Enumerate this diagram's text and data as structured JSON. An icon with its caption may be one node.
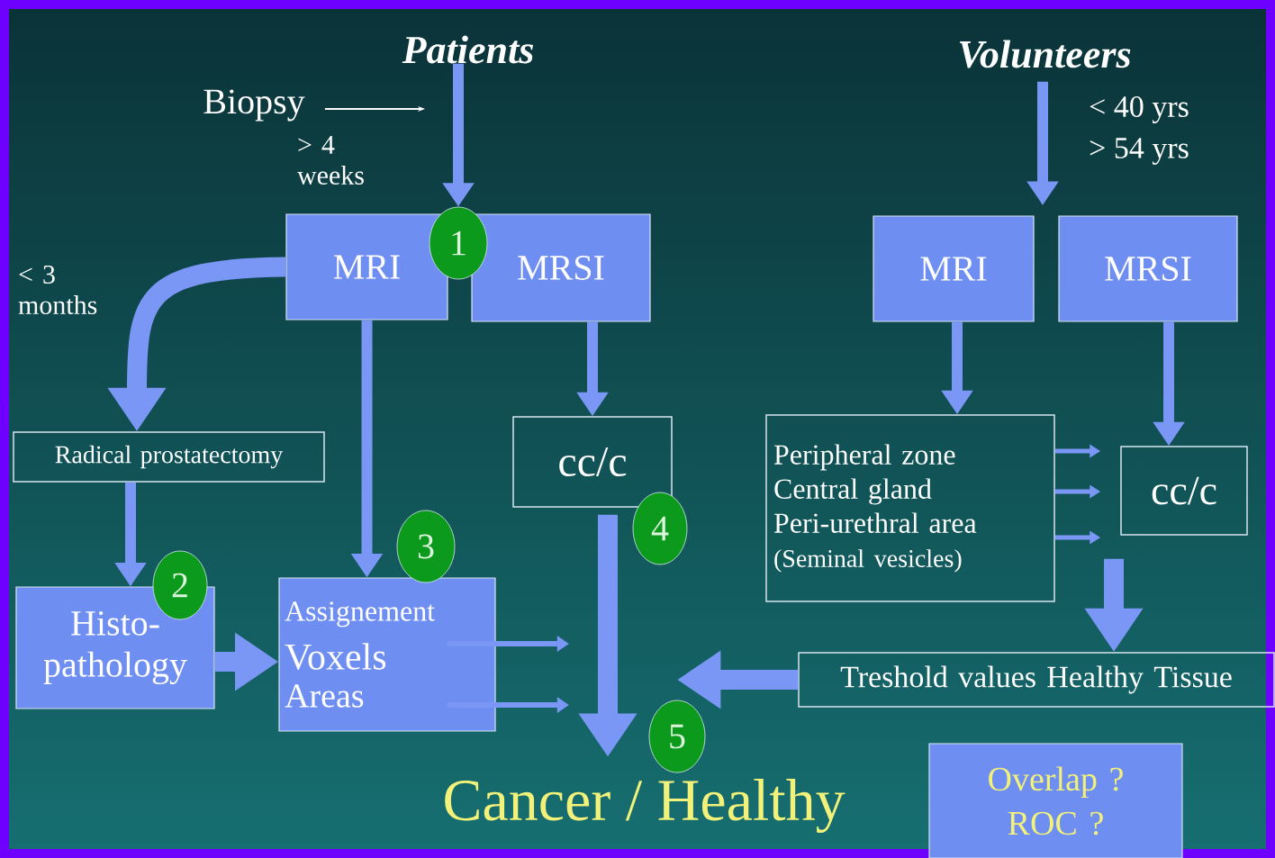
{
  "diagram": {
    "nodes": [
      {
        "text": [
          "Patients"
        ]
      },
      {
        "text": [
          "Biopsy"
        ]
      },
      {
        "text": [
          "MRI"
        ]
      },
      {
        "text": [
          "MRSI"
        ]
      },
      {
        "text": [
          "1"
        ]
      },
      {
        "text": [
          "Radical prostatectomy"
        ]
      },
      {
        "text": [
          "Histo-pathology"
        ]
      },
      {
        "text": [
          "2"
        ]
      },
      {
        "text": [
          "Assignement",
          "Voxels",
          "Areas"
        ]
      },
      {
        "text": [
          "3"
        ]
      },
      {
        "text": [
          "cc/c"
        ]
      },
      {
        "text": [
          "4"
        ]
      },
      {
        "text": [
          "Cancer / Healthy"
        ]
      },
      {
        "text": [
          "5"
        ]
      },
      {
        "text": [
          "Volunteers"
        ]
      },
      {
        "text": [
          "MRI"
        ]
      },
      {
        "text": [
          "MRSI"
        ]
      },
      {
        "text": [
          "Peripheral zone",
          "Central gland",
          "Peri-urethral area",
          "(Seminal vesicles)"
        ]
      },
      {
        "text": [
          "cc/c"
        ]
      },
      {
        "text": [
          "Treshold values Healthy Tissue"
        ]
      },
      {
        "text": [
          "Overlap ?",
          "ROC ?"
        ]
      }
    ],
    "edges": [
      {
        "from": 0,
        "to": 4,
        "arrow": "to"
      },
      {
        "from": 1,
        "to": null,
        "arrow": "to",
        "label": "> 4 weeks",
        "color": "#ffffff"
      },
      {
        "from": 2,
        "to": 5,
        "arrow": "to",
        "label": "< 3 months",
        "style": "thick"
      },
      {
        "from": 5,
        "to": 6,
        "arrow": "to"
      },
      {
        "from": 6,
        "to": 8,
        "arrow": "to",
        "style": "thick"
      },
      {
        "from": 2,
        "to": 8,
        "arrow": "to"
      },
      {
        "from": 3,
        "to": 10,
        "arrow": "to"
      },
      {
        "from": 10,
        "to": 12,
        "arrow": "to",
        "style": "thick"
      },
      {
        "from": 8,
        "to": null,
        "arrow": "to"
      },
      {
        "from": 8,
        "to": null,
        "arrow": "to"
      },
      {
        "from": 19,
        "to": 13,
        "arrow": "to",
        "style": "thick"
      },
      {
        "from": 14,
        "to": null,
        "arrow": "to"
      },
      {
        "from": 15,
        "to": 17,
        "arrow": "to"
      },
      {
        "from": 16,
        "to": 18,
        "arrow": "to"
      },
      {
        "from": 17,
        "to": 18,
        "arrow": "to"
      },
      {
        "from": 17,
        "to": 18,
        "arrow": "to"
      },
      {
        "from": 17,
        "to": 18,
        "arrow": "to"
      },
      {
        "from": 18,
        "to": 19,
        "arrow": "to",
        "style": "thick"
      }
    ],
    "labels": [
      "< 40 yrs",
      "> 54 yrs"
    ]
  }
}
